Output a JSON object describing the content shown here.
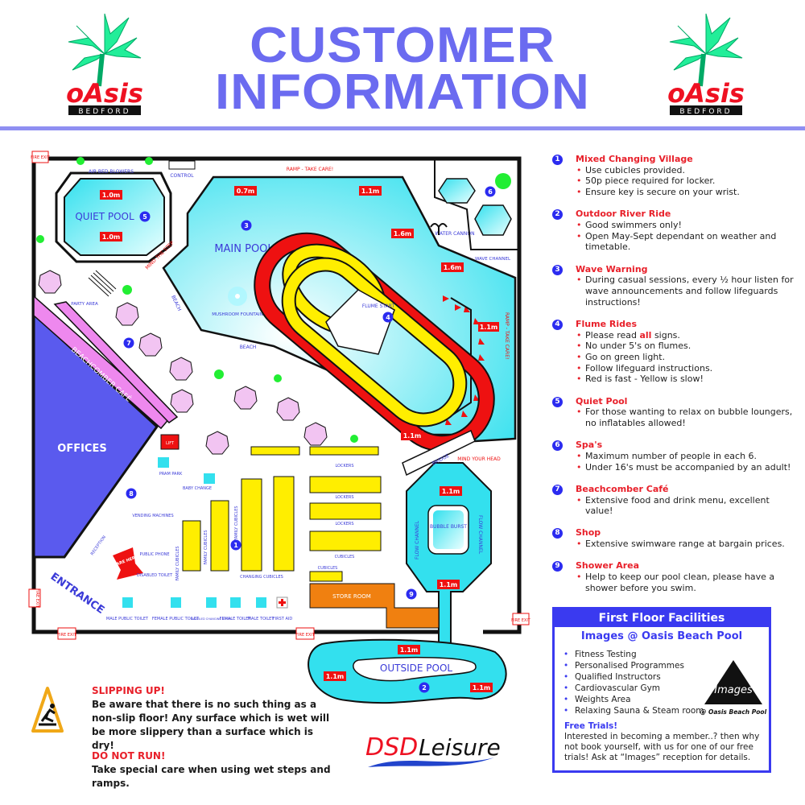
{
  "header": {
    "title_line1": "CUSTOMER",
    "title_line2": "INFORMATION",
    "logo_text": "oAsis",
    "logo_subtext": "BEDFORD",
    "title_color": "#6b6bf0"
  },
  "map": {
    "fire_exit": "FIRE EXIT",
    "labels": {
      "air_bed_blowers": "AIR BED BLOWERS",
      "control": "CONTROL",
      "quiet_pool": "QUIET POOL",
      "main_pool": "MAIN POOL",
      "ramp_top": "RAMP - TAKE CARE!",
      "ramp_right": "RAMP - TAKE CARE!",
      "mind_the_step": "MIND THE STEP",
      "party_area": "PARTY AREA",
      "beach_1": "BEACH",
      "beach_2": "BEACH",
      "mushroom_fountain": "MUSHROOM FOUNTAIN",
      "flume_start": "FLUME START",
      "water_cannon": "WATER CANNON",
      "wave_channel": "WAVE CHANNEL",
      "beachcomber_cafe": "BEACHCOMBER CAFÉ",
      "offices": "OFFICES",
      "lift": "LIFT",
      "pram_park": "PRAM PARK",
      "baby_change": "BABY CHANGE",
      "vending_machines": "VENDING MACHINES",
      "reception": "RECEPTION",
      "you_are_here": "YOU ARE HERE",
      "public_phone": "PUBLIC PHONE",
      "disabled_toilet": "DISABLED TOILET",
      "entrance": "ENTRANCE",
      "male_public_toilet": "MALE PUBLIC TOILET",
      "female_public_toilet": "FEMALE PUBLIC TOILET",
      "disabled_changing_room": "DISABLED CHANGING ROOM",
      "female_toilet": "FEMALE TOILET",
      "male_toilet": "MALE TOILET",
      "first_aid": "FIRST AID",
      "family_cubicles": "FAMILY CUBICLES",
      "changing_cubicles": "CHANGING CUBICLES",
      "lockers": "LOCKERS",
      "cubicles": "CUBICLES",
      "store_room": "STORE ROOM",
      "bridge": "BRIDGE",
      "mind_your_head": "MIND YOUR HEAD",
      "flow_channel": "FLOW CHANNEL",
      "bubble_burst": "BUBBLE BURST",
      "outside_pool": "OUTSIDE POOL"
    },
    "depths": [
      "1.0m",
      "1.0m",
      "0.7m",
      "1.1m",
      "1.6m",
      "1.6m",
      "1.1m",
      "1.1m",
      "1.1m",
      "1.1m",
      "1.1m",
      "1.1m",
      "1.1m"
    ],
    "markers": [
      "1",
      "2",
      "3",
      "4",
      "5",
      "6",
      "7",
      "8",
      "9"
    ],
    "colors": {
      "water": "#33e0ee",
      "wall": "#111111",
      "depth": "#ee1111",
      "flume_fast": "#ee1111",
      "flume_slow": "#ffee00",
      "offices": "#5a5aee",
      "cafe": "#ee88ee",
      "cubicles": "#ffee00",
      "store": "#f08010"
    }
  },
  "info": [
    {
      "num": "1",
      "title": "Mixed Changing Village",
      "bullets": [
        "Use cubicles provided.",
        "50p piece required for locker.",
        "Ensure key is secure on your wrist."
      ]
    },
    {
      "num": "2",
      "title": "Outdoor River Ride",
      "bullets": [
        "Good swimmers only!",
        "Open May-Sept dependant on weather and timetable."
      ]
    },
    {
      "num": "3",
      "title": "Wave Warning",
      "bullets": [
        "During casual sessions, every ½ hour listen for wave announcements and follow lifeguards instructions!"
      ]
    },
    {
      "num": "4",
      "title": "Flume Rides",
      "bullets": [
        "Please read",
        "all",
        "signs.",
        "No under 5's on flumes.",
        "Go on green light.",
        "Follow lifeguard instructions.",
        "Red is fast - Yellow is slow!"
      ]
    },
    {
      "num": "5",
      "title": "Quiet Pool",
      "bullets": [
        "For those wanting to relax on bubble loungers, no inflatables allowed!"
      ]
    },
    {
      "num": "6",
      "title": "Spa's",
      "bullets": [
        "Maximum number of people in each 6.",
        "Under 16's must be accompanied by an adult!"
      ]
    },
    {
      "num": "7",
      "title": "Beachcomber Café",
      "bullets": [
        "Extensive food and drink menu, excellent value!"
      ]
    },
    {
      "num": "8",
      "title": "Shop",
      "bullets": [
        "Extensive swimware range at bargain prices."
      ]
    },
    {
      "num": "9",
      "title": "Shower Area",
      "bullets": [
        "Help to keep our pool clean, please have a shower before you swim."
      ]
    }
  ],
  "first_floor": {
    "heading": "First Floor Facilities",
    "subheading": "Images @ Oasis Beach Pool",
    "items": [
      "Fitness Testing",
      "Personalised Programmes",
      "Qualified Instructors",
      "Cardiovascular Gym",
      "Weights Area",
      "Relaxing Sauna & Steam room"
    ],
    "trial_title": "Free Trials!",
    "trial_text": "Interested in becoming a member..? then why not book yourself, with us for one of our free trials! Ask at “Images” reception for details.",
    "logo_text": "Images",
    "logo_subtext": "@ Oasis Beach Pool"
  },
  "warnings": {
    "slip_title": "SLIPPING UP!",
    "slip_text": "Be aware that there is no such thing as a non-slip floor! Any surface which is wet will be more slippery than a surface which is dry!",
    "run_title": "DO NOT RUN!",
    "run_text": "Take special care when using wet steps and ramps."
  },
  "sponsor": {
    "part1": "DSD",
    "part2": "Leisure"
  }
}
